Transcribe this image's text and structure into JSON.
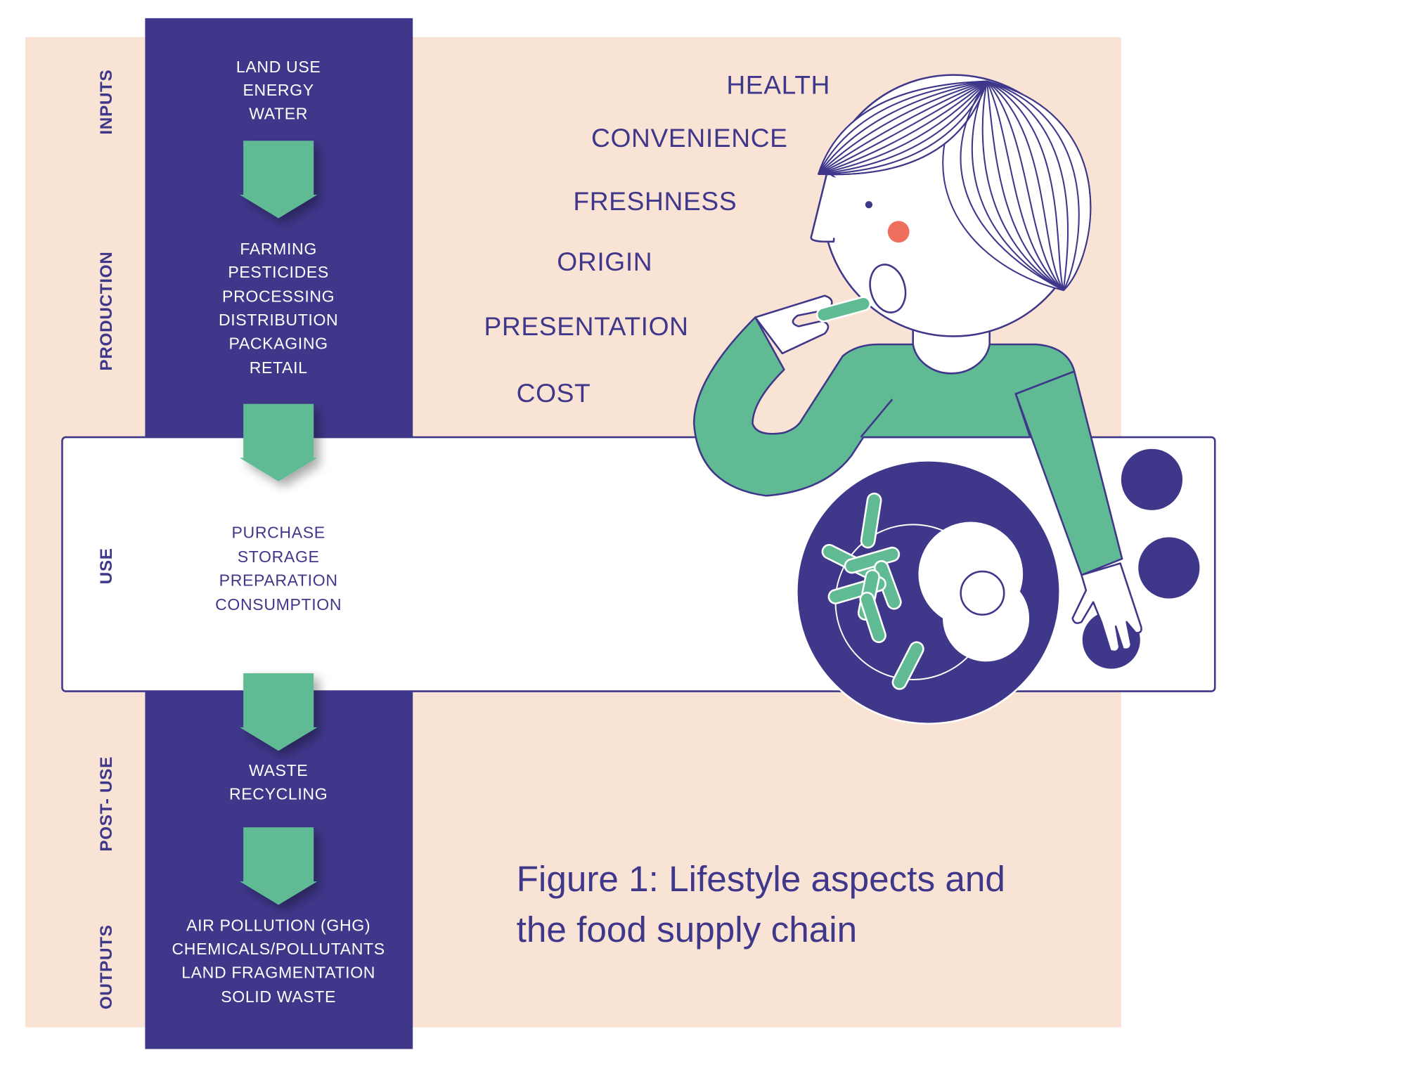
{
  "stages": {
    "inputs": {
      "label": "INPUTS",
      "items": [
        "LAND USE",
        "ENERGY",
        "WATER"
      ]
    },
    "production": {
      "label": "PRODUCTION",
      "items": [
        "FARMING",
        "PESTICIDES",
        "PROCESSING",
        "DISTRIBUTION",
        "PACKAGING",
        "RETAIL"
      ]
    },
    "use": {
      "label": "USE",
      "items": [
        "PURCHASE",
        "STORAGE",
        "PREPARATION",
        "CONSUMPTION"
      ]
    },
    "post_use": {
      "label": "POST- USE",
      "items": [
        "WASTE",
        "RECYCLING"
      ]
    },
    "outputs": {
      "label": "OUTPUTS",
      "items": [
        "AIR POLLUTION (GHG)",
        "CHEMICALS/POLLUTANTS",
        "LAND FRAGMENTATION",
        "SOLID WASTE"
      ]
    }
  },
  "factors": [
    "HEALTH",
    "CONVENIENCE",
    "FRESHNESS",
    "ORIGIN",
    "PRESENTATION",
    "COST"
  ],
  "caption": {
    "line1": "Figure 1: Lifestyle aspects and",
    "line2": "the food supply chain"
  },
  "colors": {
    "purple": "#3f378a",
    "green": "#60bb94",
    "peach": "#f9e3d5",
    "cheek": "#ee6f5e"
  }
}
